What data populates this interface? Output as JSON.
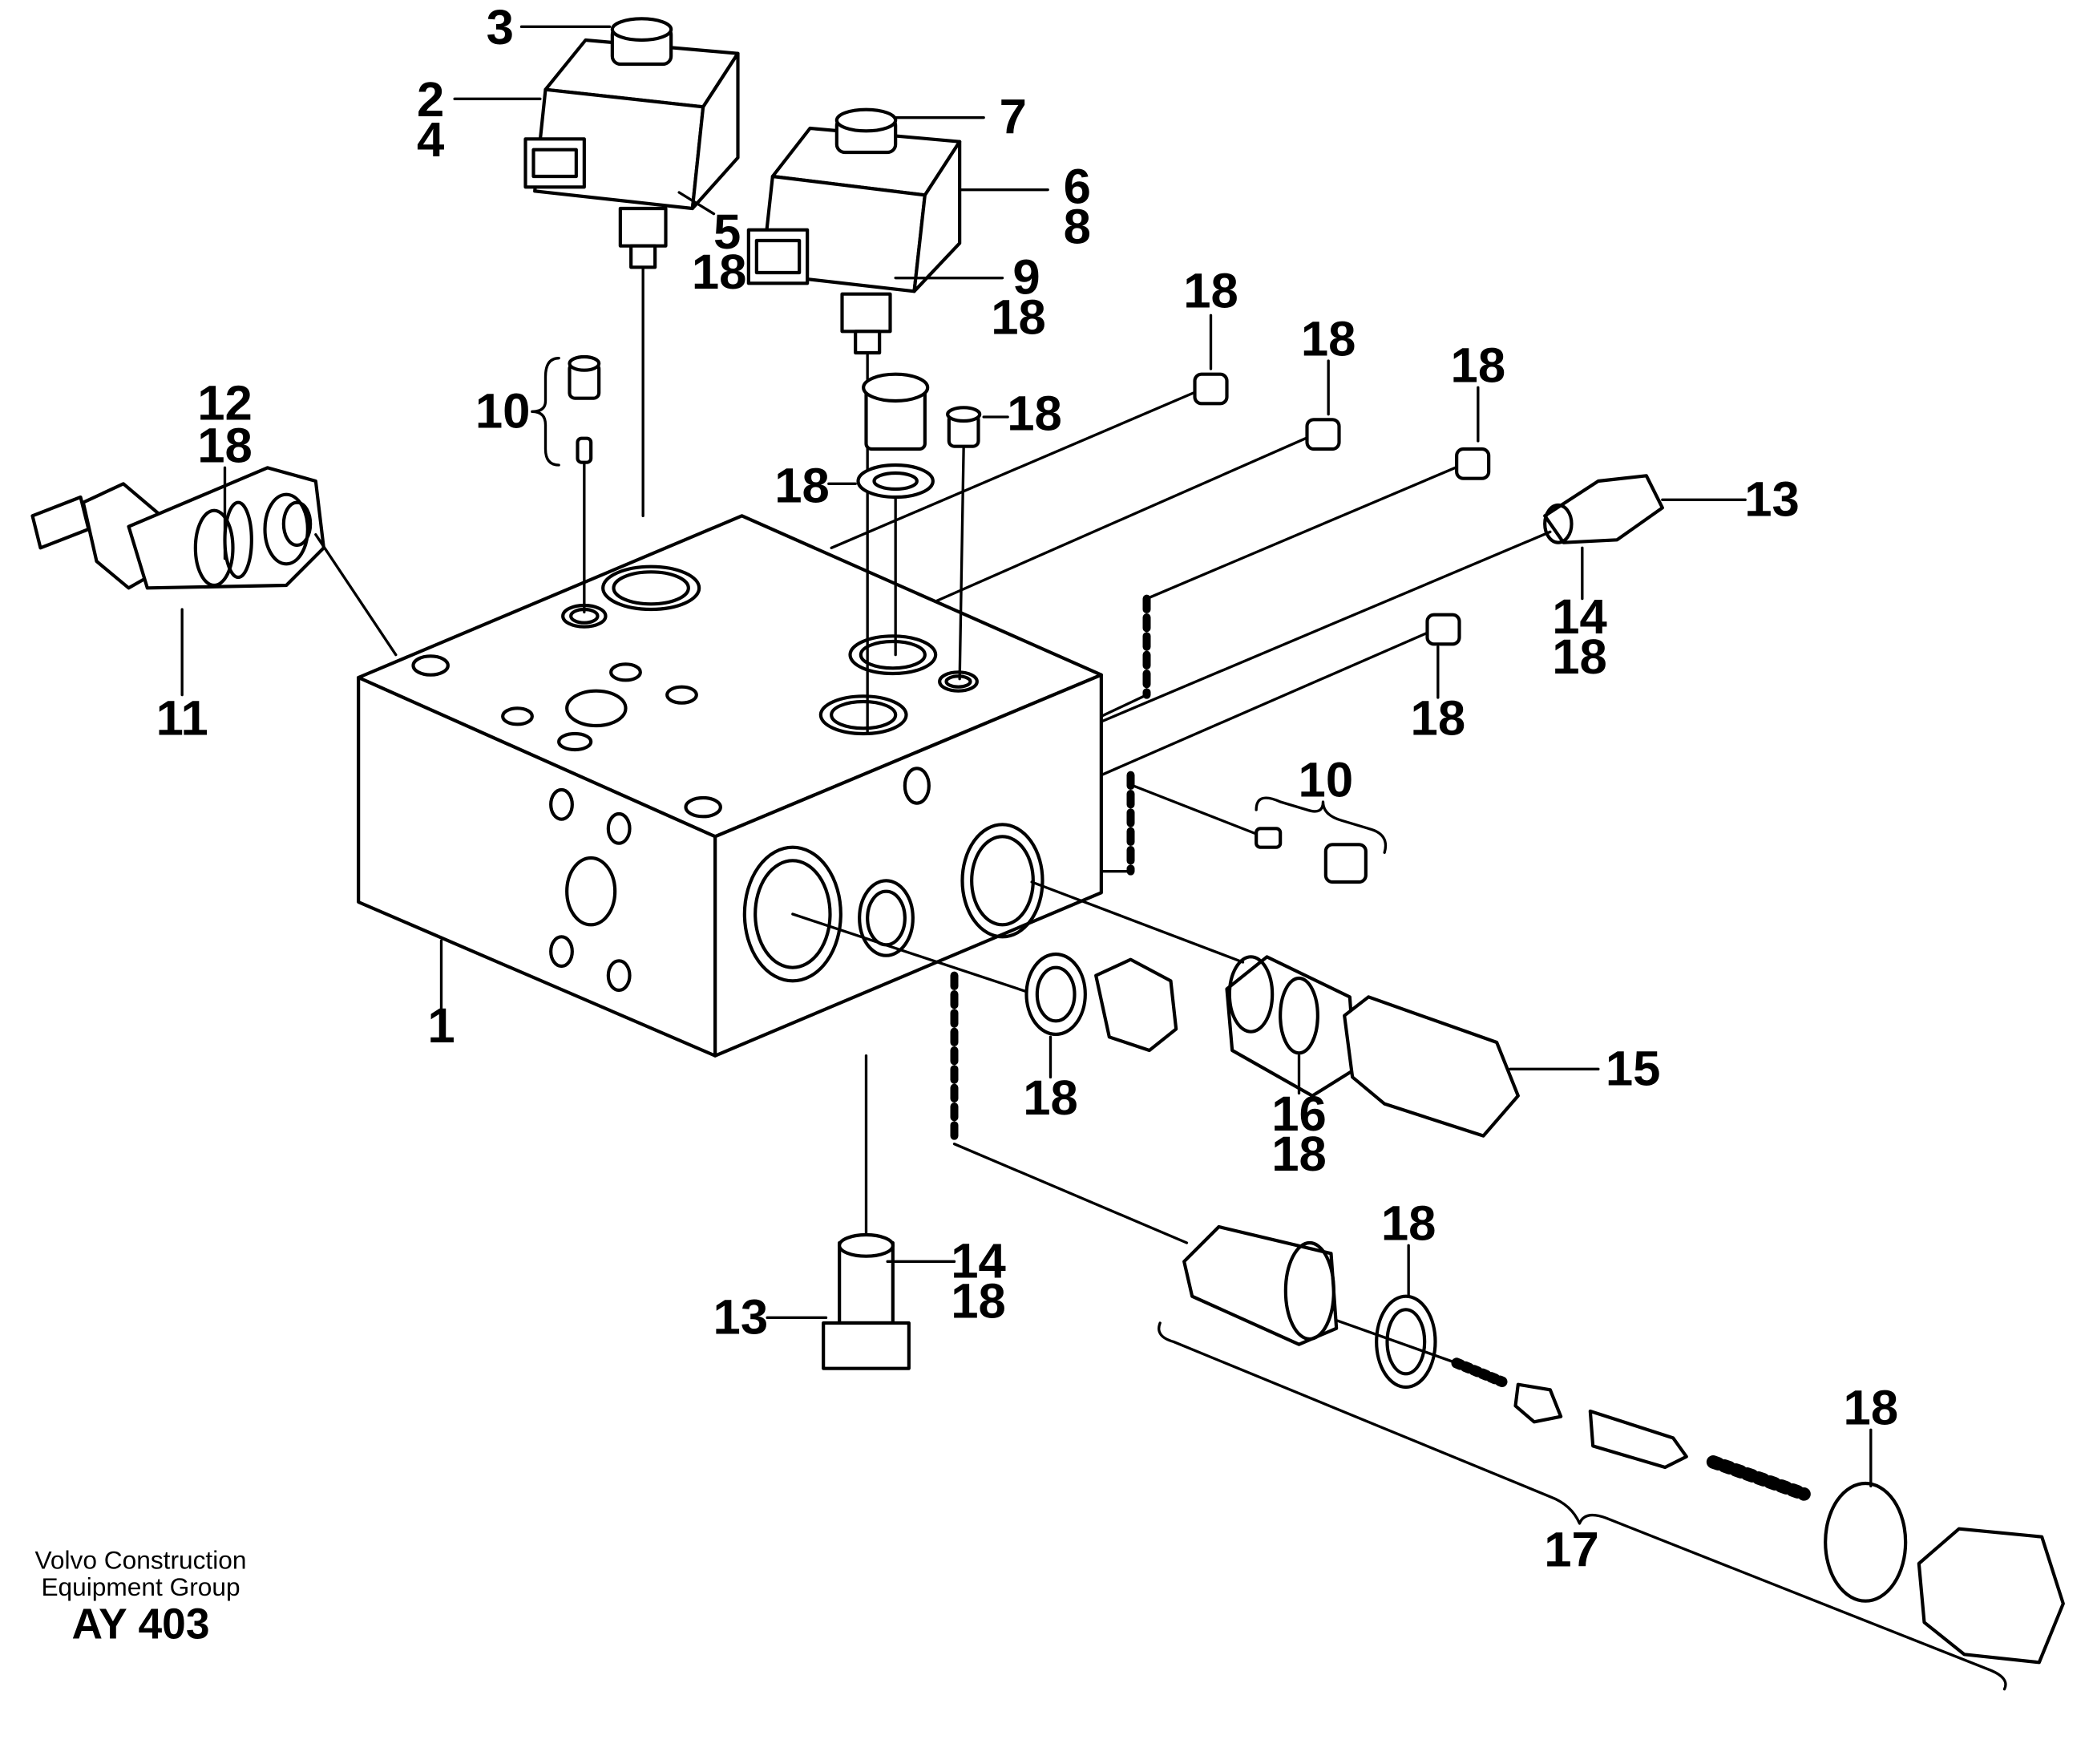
{
  "callouts": {
    "n1": "1",
    "n2": "2",
    "n3": "3",
    "n4": "4",
    "n5": "5",
    "n6": "6",
    "n7": "7",
    "n8": "8",
    "n9": "9",
    "n10": "10",
    "n11": "11",
    "n12": "12",
    "n13": "13",
    "n14": "14",
    "n15": "15",
    "n16": "16",
    "n17": "17",
    "n18": "18"
  },
  "footer": {
    "company_line1": "Volvo Construction",
    "company_line2": "Equipment Group",
    "drawing_code": "AY 403"
  }
}
